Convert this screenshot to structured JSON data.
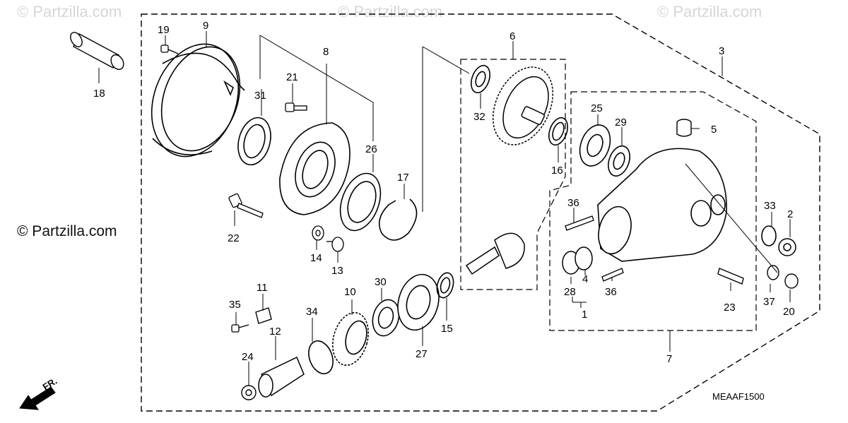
{
  "watermarks": {
    "top_left": "© Partzilla.com",
    "top_center": "© Partzilla.com",
    "top_right": "© Partzilla.com",
    "left_side": "© Partzilla.com"
  },
  "diagram_code": "MEAAF1500",
  "front_indicator": "FR.",
  "callouts": [
    "1",
    "2",
    "3",
    "4",
    "5",
    "6",
    "7",
    "8",
    "9",
    "10",
    "11",
    "12",
    "13",
    "14",
    "15",
    "16",
    "17",
    "18",
    "19",
    "20",
    "21",
    "22",
    "23",
    "24",
    "25",
    "26",
    "27",
    "28",
    "29",
    "30",
    "31",
    "32",
    "33",
    "34",
    "35",
    "36",
    "36",
    "37"
  ]
}
